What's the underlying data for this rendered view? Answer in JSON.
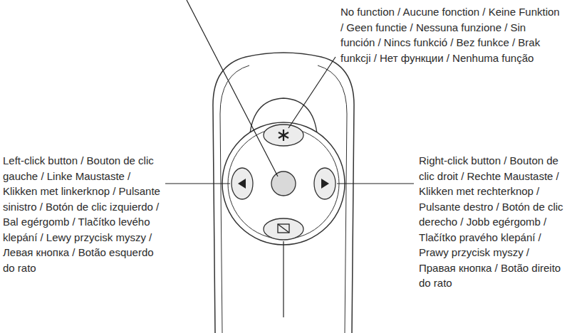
{
  "diagram": {
    "labels": [
      "No function / Aucune fonction / Keine Funktion / Geen functie / Nessuna funzione / Sin función / Nincs funkció / Bez funkce / Brak funkcji / Нет функции / Nenhuma função",
      "Left-click button / Bouton de clic gauche / Linke Maustaste / Klikken met linkerknop / Pulsante sinistro / Botón de clic izquierdo / Bal egérgomb / Tlačítko levého klepání / Lewy przycisk myszy / Левая кнопка / Botão esquerdo do rato",
      "Right-click button / Bouton de clic droit / Rechte Maustaste / Klikken met rechterknop / Pulsante destro / Botón de clic derecho / Jobb egérgomb / Tlačítko pravého klepání / Prawy przycisk myszy / Правая кнопка / Botão direito do rato"
    ]
  }
}
